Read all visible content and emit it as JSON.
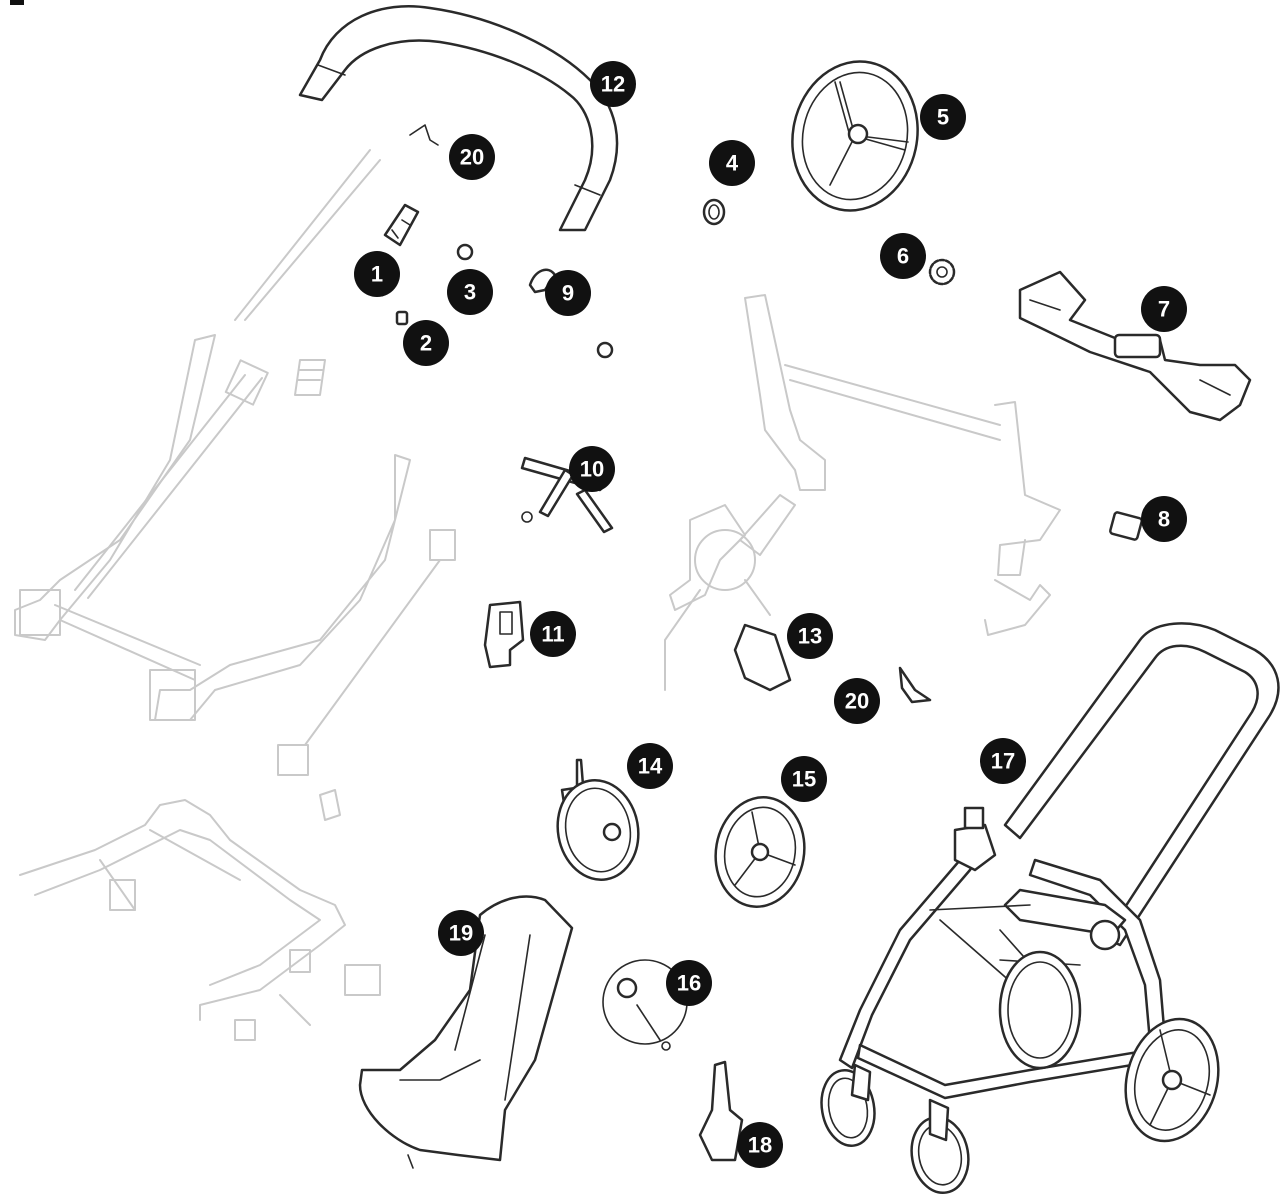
{
  "callouts": [
    {
      "id": "1",
      "label": "1"
    },
    {
      "id": "2",
      "label": "2"
    },
    {
      "id": "3",
      "label": "3"
    },
    {
      "id": "4",
      "label": "4"
    },
    {
      "id": "5",
      "label": "5"
    },
    {
      "id": "6",
      "label": "6"
    },
    {
      "id": "7",
      "label": "7"
    },
    {
      "id": "8",
      "label": "8"
    },
    {
      "id": "9",
      "label": "9"
    },
    {
      "id": "10",
      "label": "10"
    },
    {
      "id": "11",
      "label": "11"
    },
    {
      "id": "12",
      "label": "12"
    },
    {
      "id": "13",
      "label": "13"
    },
    {
      "id": "14",
      "label": "14"
    },
    {
      "id": "15",
      "label": "15"
    },
    {
      "id": "16",
      "label": "16"
    },
    {
      "id": "17",
      "label": "17"
    },
    {
      "id": "18",
      "label": "18"
    },
    {
      "id": "19",
      "label": "19"
    },
    {
      "id": "20a",
      "label": "20"
    },
    {
      "id": "20b",
      "label": "20"
    }
  ],
  "colors": {
    "callout_fill": "#111111",
    "callout_text": "#ffffff",
    "part_stroke": "#2a2a2a",
    "ghost_stroke": "#c9c9c9",
    "background": "#ffffff"
  }
}
